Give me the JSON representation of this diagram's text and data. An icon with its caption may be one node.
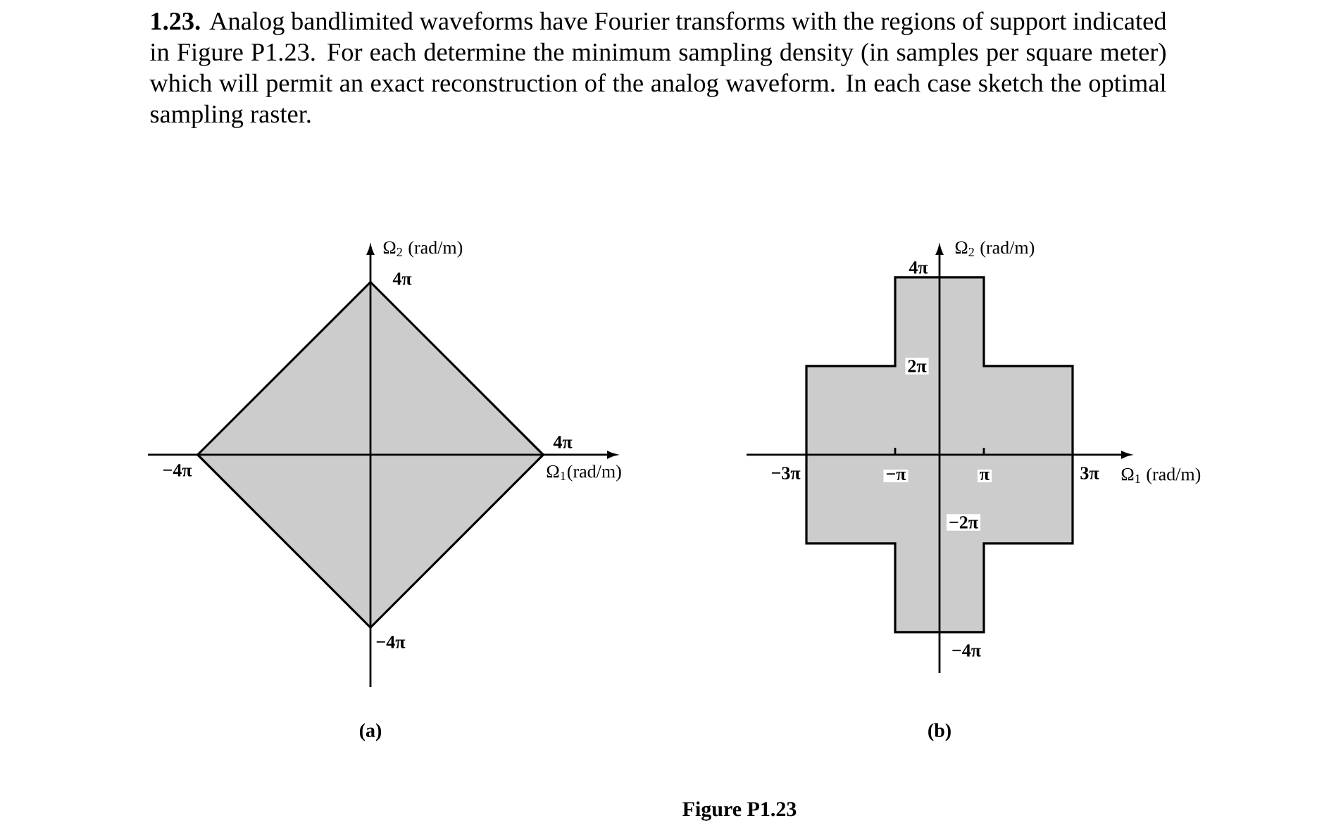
{
  "diagram": {
    "title": "**1.23.** Analog bandlimited waveforms have Fourier transforms with the regions of support indicated in Figure P1.23. For each determine the minimum sampling density (in samples per square meter) which will permit an exact reconstruction of the analog waveform. In each case sketch the optimal sampling raster.",
    "caption": "Figure P1.23",
    "nodes": [
      {
        "text": [],
        "shape": "diamond"
      },
      {
        "text": [],
        "shape": "cross"
      }
    ],
    "labels": [
      "Ω$_{2}$ (rad/m)",
      "4π",
      "4π",
      "−4π",
      "Ω$_{1}$(rad/m)",
      "−4π",
      "Ω$_{2}$ (rad/m)",
      "4π",
      "2π",
      "−3π",
      "−π",
      "π",
      "3π",
      "Ω$_{1}$ (rad/m)",
      "−2π",
      "−4π",
      "(a)",
      "(b)"
    ]
  }
}
